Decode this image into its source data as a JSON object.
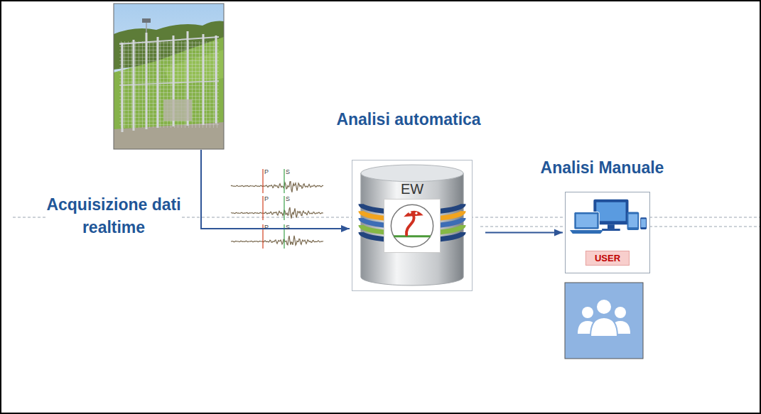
{
  "diagram": {
    "nodes": [
      {
        "text": [
          "EW"
        ]
      },
      {
        "text": [
          "USER"
        ]
      }
    ],
    "edges": [
      {
        "from": 0,
        "to": 1,
        "arrow": "to"
      }
    ],
    "labels": [
      "Acquisizione dati realtime",
      "Analisi automatica",
      "Analisi Manuale",
      "P",
      "S",
      "P",
      "S",
      "P",
      "S"
    ]
  }
}
